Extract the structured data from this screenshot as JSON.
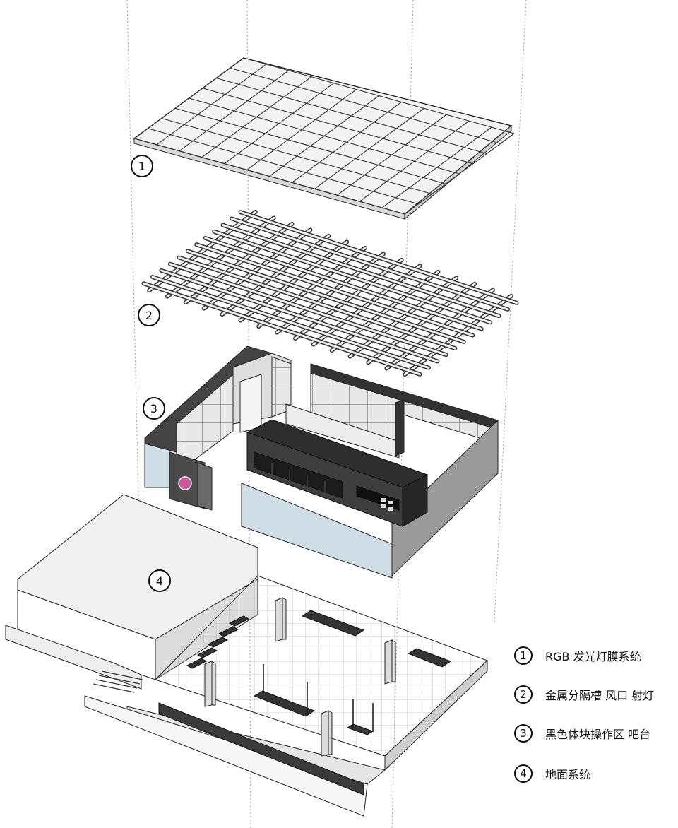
{
  "markers": {
    "m1": "1",
    "m2": "2",
    "m3": "3",
    "m4": "4"
  },
  "legend": [
    {
      "num": "1",
      "label": "RGB 发光灯膜系统"
    },
    {
      "num": "2",
      "label": "金属分隔槽 风口 射灯"
    },
    {
      "num": "3",
      "label": "黑色体块操作区  吧台"
    },
    {
      "num": "4",
      "label": "地面系统"
    }
  ],
  "colors": {
    "line": "#222222",
    "panel": "#f4f4f4",
    "dark_block": "#3a3a3a",
    "glass": "#cfdde6",
    "floor": "#f2f2f2",
    "wall_gray": "#9a9a9a"
  }
}
